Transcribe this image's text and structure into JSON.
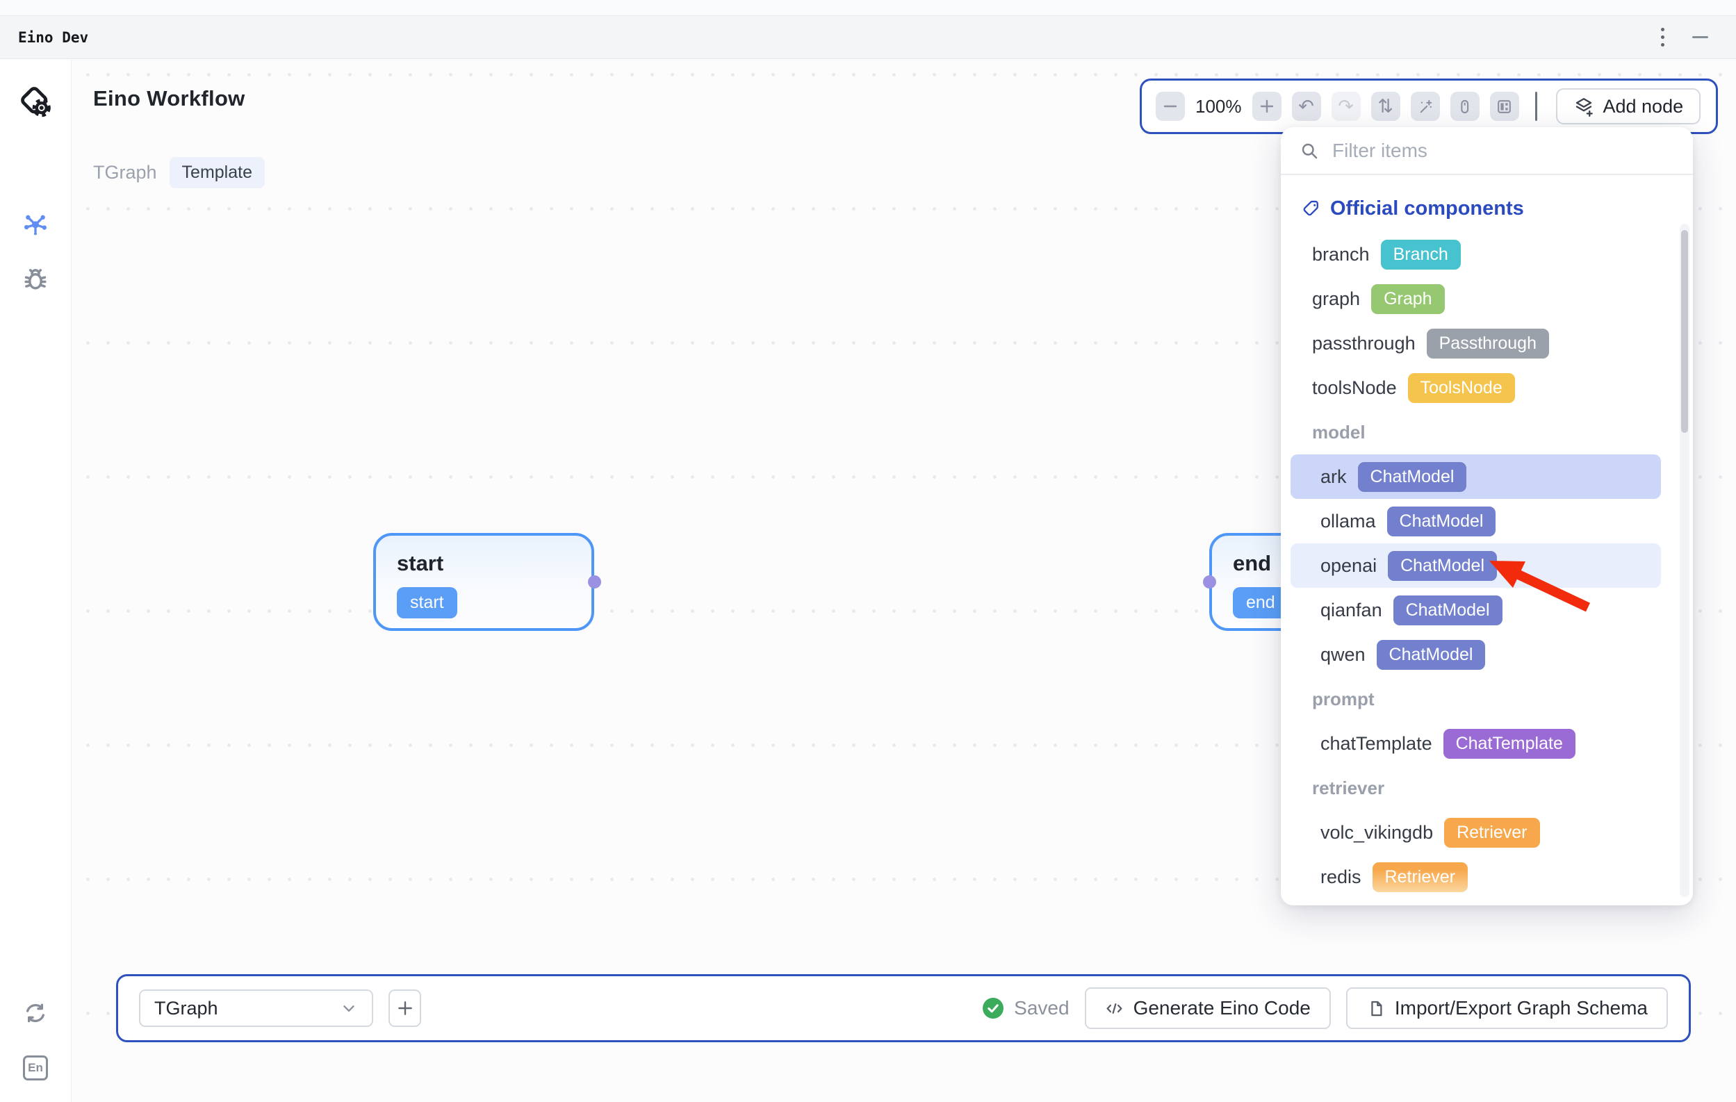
{
  "window": {
    "title": "Eino Dev"
  },
  "sidebar": {
    "language_label": "En",
    "help_glyph": "?"
  },
  "header": {
    "title": "Eino Workflow",
    "workflow_name": "TGraph",
    "workflow_badge": "Template"
  },
  "toolbar": {
    "zoom_level": "100%",
    "add_node_label": "Add node"
  },
  "component_panel": {
    "filter_placeholder": "Filter items",
    "section_title": "Official components",
    "items": [
      {
        "type": "item",
        "label": "branch",
        "badge": "Branch",
        "color": "#47c2cf"
      },
      {
        "type": "item",
        "label": "graph",
        "badge": "Graph",
        "color": "#95c871"
      },
      {
        "type": "item",
        "label": "passthrough",
        "badge": "Passthrough",
        "color": "#9ba1aa"
      },
      {
        "type": "item",
        "label": "toolsNode",
        "badge": "ToolsNode",
        "color": "#f5c44d"
      },
      {
        "type": "header",
        "label": "model"
      },
      {
        "type": "item",
        "label": "ark",
        "badge": "ChatModel",
        "color": "#7380cd",
        "highlight": "strong"
      },
      {
        "type": "item",
        "label": "ollama",
        "badge": "ChatModel",
        "color": "#7380cd"
      },
      {
        "type": "item",
        "label": "openai",
        "badge": "ChatModel",
        "color": "#7380cd",
        "highlight": "soft"
      },
      {
        "type": "item",
        "label": "qianfan",
        "badge": "ChatModel",
        "color": "#7380cd"
      },
      {
        "type": "item",
        "label": "qwen",
        "badge": "ChatModel",
        "color": "#7380cd"
      },
      {
        "type": "header",
        "label": "prompt"
      },
      {
        "type": "item",
        "label": "chatTemplate",
        "badge": "ChatTemplate",
        "color": "#9a6bd4"
      },
      {
        "type": "header",
        "label": "retriever"
      },
      {
        "type": "item",
        "label": "volc_vikingdb",
        "badge": "Retriever",
        "color": "#f7a84c"
      },
      {
        "type": "item",
        "label": "redis",
        "badge": "Retriever",
        "color": "#f7a84c",
        "fade": true
      }
    ],
    "annotation": {
      "type": "arrow",
      "color": "#f22b0c",
      "points_to": "openai ChatModel badge"
    }
  },
  "canvas": {
    "start_node": {
      "title": "start",
      "badge": "start"
    },
    "end_node": {
      "title": "end",
      "badge": "end"
    }
  },
  "footer": {
    "graph_selector_value": "TGraph",
    "status_label": "Saved",
    "generate_button_label": "Generate Eino Code",
    "import_export_button_label": "Import/Export Graph Schema"
  },
  "colors": {
    "accent_blue_border": "#2e52bd",
    "node_border": "#4e97f7",
    "node_badge": "#5a9ef8",
    "handle_purple": "#9a91e2",
    "section_title_blue": "#2b4abf",
    "highlight_strong": "#cbd6f8",
    "highlight_soft": "#e9eefc",
    "saved_green": "#3cab5c",
    "arrow_red": "#f22b0c"
  }
}
